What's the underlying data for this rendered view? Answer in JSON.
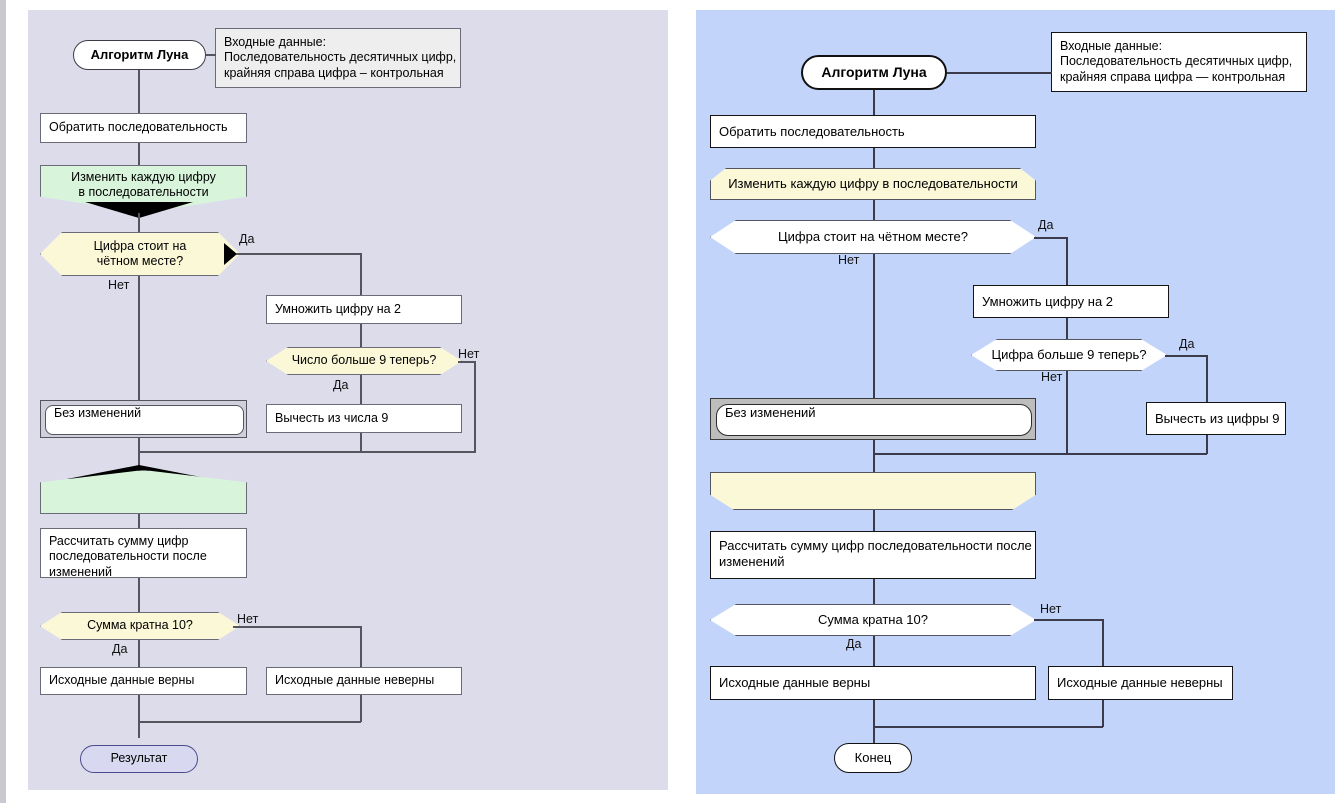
{
  "page": {
    "background": "#ffffff",
    "description": "Two side-by-side flowchart renderings of the Luhn algorithm in Russian"
  },
  "panels": [
    {
      "id": "left",
      "background": "#dcdcea",
      "accent_fill_loop": "#d8f5dc",
      "accent_fill_decision": "#fbf8d8",
      "accent_fill_note": "#eeeeee",
      "accent_fill_terminator_end": "#d8d8f0",
      "start": "Алгоритм Луна",
      "note": "Входные данные:\nПоследовательность десятичных цифр,\nкрайняя справа цифра – контрольная",
      "reverse": "Обратить последовательность",
      "loop_start": "Изменить каждую цифру\nв последовательности",
      "loop_end": "",
      "decision_even": "Цифра стоит на\nчётном месте?",
      "decision_even_yes": "Да",
      "decision_even_no": "Нет",
      "multiply": "Умножить цифру на 2",
      "decision_gt9": "Число больше 9 теперь?",
      "decision_gt9_yes": "Да",
      "decision_gt9_no": "Нет",
      "subtract": "Вычесть из числа 9",
      "no_change": "Без изменений",
      "sum": "Рассчитать сумму цифр\nпоследовательности после\nизменений",
      "decision_mod10": "Сумма кратна 10?",
      "decision_mod10_yes": "Да",
      "decision_mod10_no": "Нет",
      "valid": "Исходные данные верны",
      "invalid": "Исходные данные неверны",
      "end": "Результат"
    },
    {
      "id": "right",
      "background": "#c3d4fb",
      "accent_fill_loop": "#fbf8d8",
      "accent_fill_decision": "#ffffff",
      "accent_fill_note": "#ffffff",
      "accent_fill_terminator_end": "#ffffff",
      "start": "Алгоритм Луна",
      "note": "Входные данные:\nПоследовательность десятичных цифр,\nкрайняя справа цифра — контрольная",
      "reverse": "Обратить последовательность",
      "loop_start": "Изменить каждую цифру в последовательности",
      "loop_end": "",
      "decision_even": "Цифра стоит на чётном месте?",
      "decision_even_yes": "Да",
      "decision_even_no": "Нет",
      "multiply": "Умножить цифру на 2",
      "decision_gt9": "Цифра больше 9 теперь?",
      "decision_gt9_yes": "Да",
      "decision_gt9_no": "Нет",
      "subtract": "Вычесть из цифры 9",
      "no_change": "Без изменений",
      "sum": "Рассчитать сумму цифр последовательности после\nизменений",
      "decision_mod10": "Сумма кратна 10?",
      "decision_mod10_yes": "Да",
      "decision_mod10_no": "Нет",
      "valid": "Исходные данные верны",
      "invalid": "Исходные данные неверны",
      "end": "Конец"
    }
  ]
}
